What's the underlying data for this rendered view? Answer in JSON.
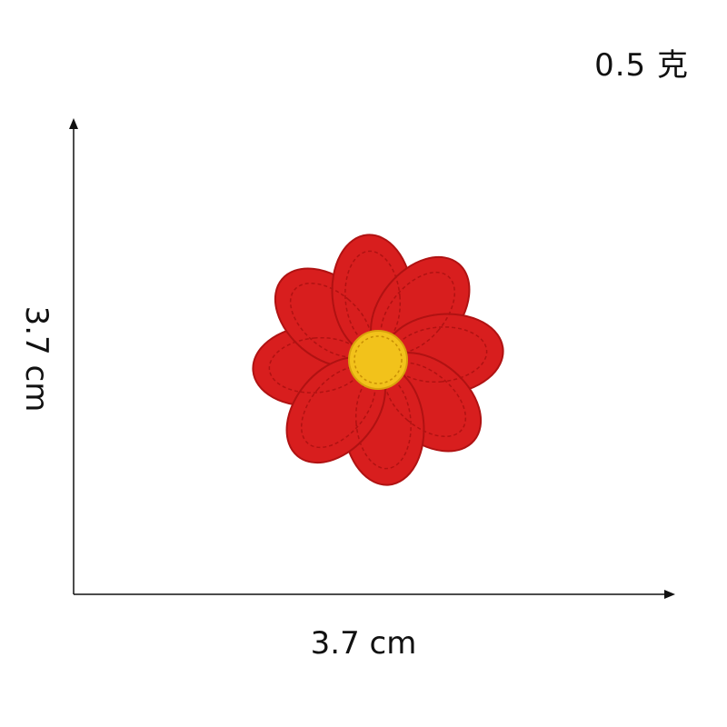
{
  "weight_label": "0.5 克",
  "dimensions": {
    "width_label": "3.7 cm",
    "height_label": "3.7 cm"
  },
  "product": {
    "icon": "red-flower-patch",
    "petal_color": "#d81e1e",
    "petal_shadow_color": "#b01212",
    "center_color": "#f2c21b",
    "petal_count": 8
  }
}
